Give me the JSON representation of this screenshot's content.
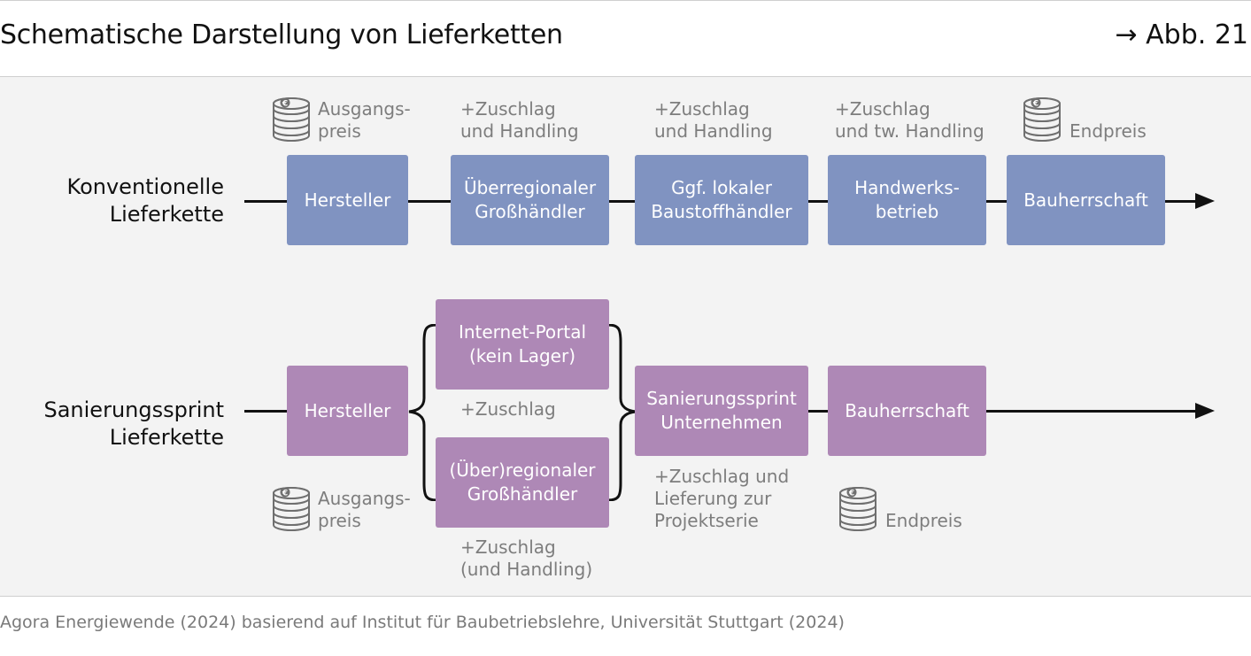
{
  "header": {
    "title": "Schematische Darstellung von Lieferketten",
    "figure_ref": "→ Abb. 21"
  },
  "conventional": {
    "label_line1": "Konventionelle",
    "label_line2": "Lieferkette",
    "boxes": [
      {
        "line1": "Hersteller",
        "line2": ""
      },
      {
        "line1": "Überregionaler",
        "line2": "Großhändler"
      },
      {
        "line1": "Ggf. lokaler",
        "line2": "Baustoffhändler"
      },
      {
        "line1": "Handwerks-",
        "line2": "betrieb"
      },
      {
        "line1": "Bauherrschaft",
        "line2": ""
      }
    ],
    "notes": [
      {
        "line1": "Ausgangs-",
        "line2": "preis"
      },
      {
        "line1": "+Zuschlag",
        "line2": "und Handling"
      },
      {
        "line1": "+Zuschlag",
        "line2": "und Handling"
      },
      {
        "line1": "+Zuschlag",
        "line2": "und tw. Handling"
      },
      {
        "line1": "Endpreis",
        "line2": ""
      }
    ]
  },
  "sprint": {
    "label_line1": "Sanierungssprint",
    "label_line2": "Lieferkette",
    "boxes": [
      {
        "line1": "Hersteller",
        "line2": ""
      },
      {
        "line1": "Internet-Portal",
        "line2": "(kein Lager)"
      },
      {
        "line1": "(Über)regionaler",
        "line2": "Großhändler"
      },
      {
        "line1": "Sanierungssprint",
        "line2": "Unternehmen"
      },
      {
        "line1": "Bauherrschaft",
        "line2": ""
      }
    ],
    "notes": [
      {
        "line1": "Ausgangs-",
        "line2": "preis"
      },
      {
        "line1": "+Zuschlag",
        "line2": ""
      },
      {
        "line1": "+Zuschlag",
        "line2": "(und Handling)"
      },
      {
        "line1": "+Zuschlag und",
        "line2": "Lieferung zur",
        "line3": "Projektserie"
      },
      {
        "line1": "Endpreis",
        "line2": ""
      }
    ]
  },
  "footer": {
    "source": "Agora Energiewende (2024) basierend auf Institut für Baubetriebslehre, Universität Stuttgart (2024)"
  },
  "colors": {
    "conventional_box": "#8093c1",
    "sprint_box": "#ae88b6",
    "note_text": "#7d7d7d",
    "panel_bg": "#f3f3f3"
  },
  "icons": {
    "price": "coin-stack-euro-icon"
  }
}
